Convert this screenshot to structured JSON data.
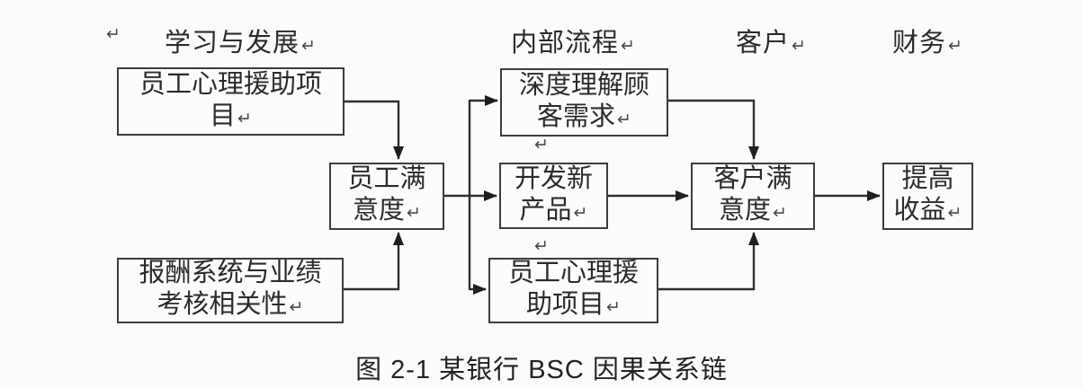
{
  "colors": {
    "background": "#fbfbfb",
    "box_border": "#3d3d3d",
    "connector": "#2f2f2f",
    "text": "#2b2b2b"
  },
  "pilcrow_mark": "↵",
  "headers": [
    {
      "label": "学习与发展",
      "pilcrow": "↵"
    },
    {
      "label": "内部流程",
      "pilcrow": "↵"
    },
    {
      "label": "客户",
      "pilcrow": "↵"
    },
    {
      "label": "财务",
      "pilcrow": "↵"
    }
  ],
  "floating_pilcrows": {
    "top_left": "↵",
    "below_understand": "↵",
    "below_new_product": "↵"
  },
  "boxes": {
    "eap_top": {
      "text": "员工心理援助项\n目",
      "pilcrow": "↵"
    },
    "reward_system": {
      "text": "报酬系统与业绩\n考核相关性",
      "pilcrow": "↵"
    },
    "employee_satisfaction": {
      "text": "员工满\n意度",
      "pilcrow": "↵"
    },
    "understand_customer_needs": {
      "text": "深度理解顾\n客需求",
      "pilcrow": "↵"
    },
    "develop_new_products": {
      "text": "开发新\n产品",
      "pilcrow": "↵"
    },
    "eap_bottom": {
      "text": "员工心理援\n助项目",
      "pilcrow": "↵"
    },
    "customer_satisfaction": {
      "text": "客户满\n意度",
      "pilcrow": "↵"
    },
    "increase_revenue": {
      "text": "提高\n收益",
      "pilcrow": "↵"
    }
  },
  "edges": [
    {
      "from": "eap_top",
      "to": "employee_satisfaction"
    },
    {
      "from": "reward_system",
      "to": "employee_satisfaction"
    },
    {
      "from": "employee_satisfaction",
      "to": "understand_customer_needs"
    },
    {
      "from": "employee_satisfaction",
      "to": "develop_new_products"
    },
    {
      "from": "employee_satisfaction",
      "to": "eap_bottom"
    },
    {
      "from": "understand_customer_needs",
      "to": "customer_satisfaction"
    },
    {
      "from": "develop_new_products",
      "to": "customer_satisfaction"
    },
    {
      "from": "eap_bottom",
      "to": "customer_satisfaction"
    },
    {
      "from": "customer_satisfaction",
      "to": "increase_revenue"
    }
  ],
  "caption": "图 2-1 某银行 BSC 因果关系链"
}
